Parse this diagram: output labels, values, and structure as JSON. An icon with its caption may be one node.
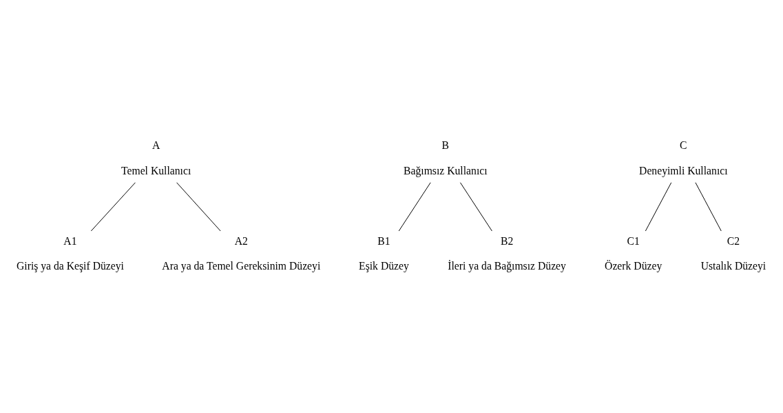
{
  "diagram": {
    "nodes": [
      {
        "text": [
          "A",
          "Temel Kullanıcı"
        ]
      },
      {
        "text": [
          "B",
          "Bağımsız Kullanıcı"
        ]
      },
      {
        "text": [
          "C",
          "Deneyimli Kullanıcı"
        ]
      },
      {
        "text": [
          "A1",
          "Giriş ya da Keşif Düzeyi"
        ]
      },
      {
        "text": [
          "A2",
          "Ara ya da Temel Gereksinim Düzeyi"
        ]
      },
      {
        "text": [
          "B1",
          "Eşik Düzey"
        ]
      },
      {
        "text": [
          "B2",
          "İleri ya da Bağımsız Düzey"
        ]
      },
      {
        "text": [
          "C1",
          "Özerk Düzey"
        ]
      },
      {
        "text": [
          "C2",
          "Ustalık Düzeyi"
        ]
      }
    ],
    "edges": [
      {
        "from": 0,
        "to": 3,
        "arrow": "none"
      },
      {
        "from": 0,
        "to": 4,
        "arrow": "none"
      },
      {
        "from": 1,
        "to": 5,
        "arrow": "none"
      },
      {
        "from": 1,
        "to": 6,
        "arrow": "none"
      },
      {
        "from": 2,
        "to": 7,
        "arrow": "none"
      },
      {
        "from": 2,
        "to": 8,
        "arrow": "none"
      }
    ]
  }
}
